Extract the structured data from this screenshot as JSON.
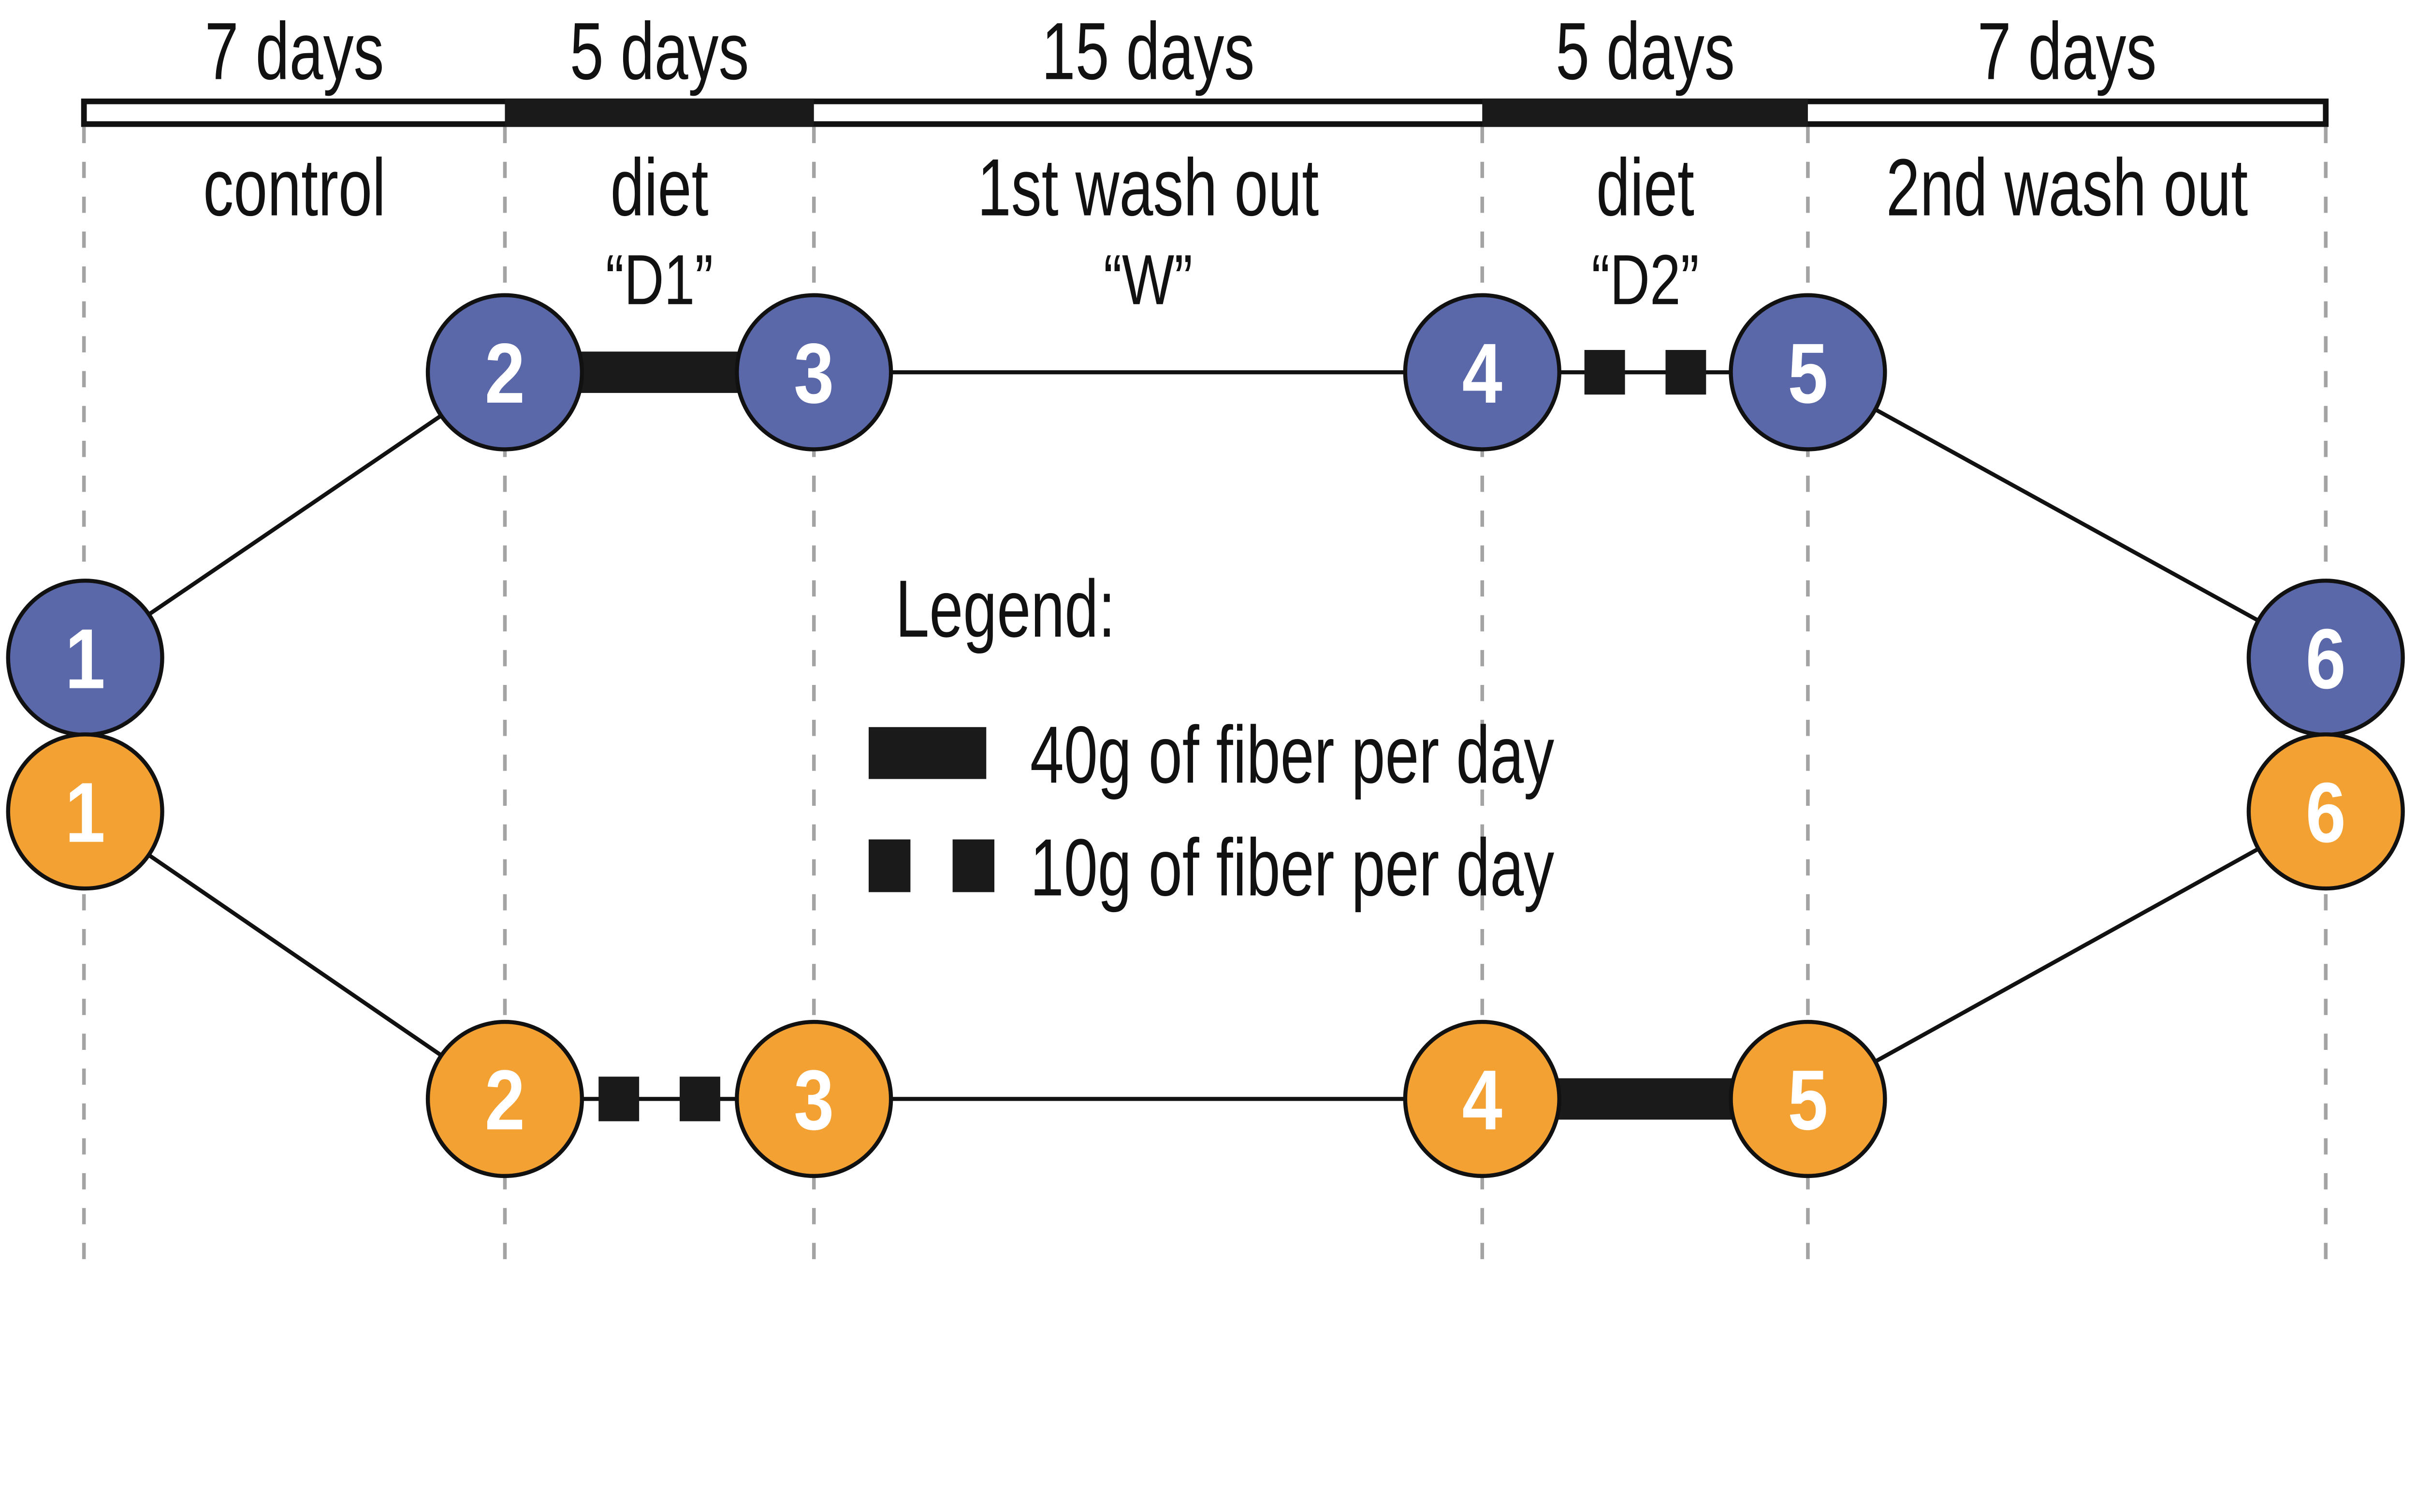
{
  "timeline": {
    "periods": [
      {
        "duration": "7 days",
        "phase": "control",
        "code": ""
      },
      {
        "duration": "5 days",
        "phase": "diet",
        "code": "“D1”"
      },
      {
        "duration": "15 days",
        "phase": "1st wash out",
        "code": "“W”"
      },
      {
        "duration": "5 days",
        "phase": "diet",
        "code": "“D2”"
      },
      {
        "duration": "7 days",
        "phase": "2nd wash out",
        "code": ""
      }
    ],
    "bar_fill": "#ffffff",
    "diet_segment_fill": "#1a1a1a"
  },
  "arms": {
    "blue": {
      "color": "#5a68a9",
      "visits": [
        "1",
        "2",
        "3",
        "4",
        "5",
        "6"
      ]
    },
    "orange": {
      "color": "#f4a134",
      "visits": [
        "1",
        "2",
        "3",
        "4",
        "5",
        "6"
      ]
    }
  },
  "legend": {
    "title": "Legend:",
    "items": [
      {
        "swatch": "solid-bar",
        "label": "40g of fiber per day"
      },
      {
        "swatch": "two-squares",
        "label": "10g of fiber per day"
      }
    ]
  },
  "colors": {
    "line": "#111111",
    "dashed_guide": "#a3a3a3",
    "number_text": "#ffffff",
    "label_text": "#111111"
  }
}
